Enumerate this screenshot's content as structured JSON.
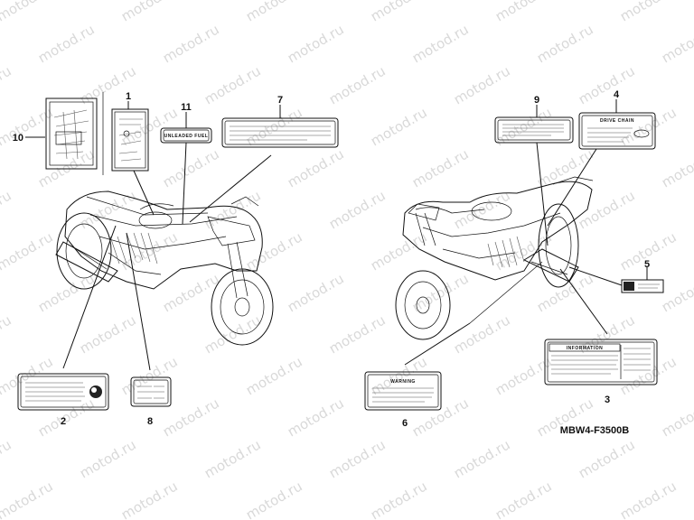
{
  "watermark": "motod.ru",
  "diagram_code": "MBW4-F3500B",
  "callouts": [
    "1",
    "2",
    "3",
    "4",
    "5",
    "6",
    "7",
    "8",
    "9",
    "10",
    "11"
  ],
  "labels": {
    "unleaded": "UNLEADED FUEL",
    "drive_chain": "DRIVE CHAIN",
    "warning_left": "WARNING",
    "info_title": "INFORMATION"
  }
}
